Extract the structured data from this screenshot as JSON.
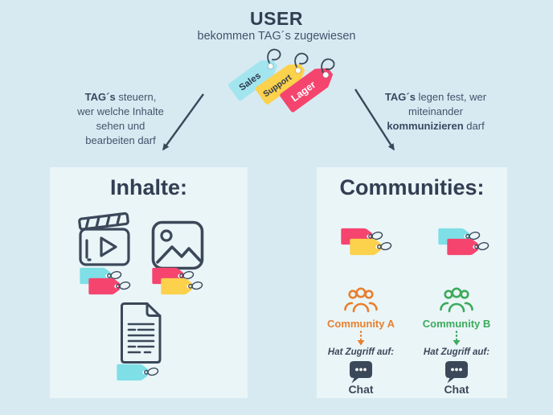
{
  "header": {
    "title": "USER",
    "subtitle": "bekommen TAG´s zugewiesen"
  },
  "tags": {
    "items": [
      "Sales",
      "Support",
      "Lager"
    ]
  },
  "notes": {
    "left": {
      "bold1": "TAG´s",
      "rest1": " steuern,",
      "line2": "wer welche Inhalte",
      "line3": "sehen und",
      "line4": "bearbeiten darf"
    },
    "right": {
      "bold1": "TAG´s",
      "rest1": " legen fest, wer",
      "line2": "miteinander",
      "bold3": "kommunizieren",
      "rest3": " darf"
    }
  },
  "panels": {
    "inhalte": {
      "heading": "Inhalte:"
    },
    "communities": {
      "heading": "Communities:",
      "columns": [
        {
          "name": "Community A",
          "access": "Hat Zugriff auf:",
          "chat": "Chat"
        },
        {
          "name": "Community B",
          "access": "Hat Zugriff auf:",
          "chat": "Chat"
        }
      ]
    }
  },
  "colors": {
    "bg": "#d7eaf2",
    "panel": "#eaf5f8",
    "dark": "#3b4859",
    "heading": "#323e52",
    "text": "#43526a",
    "pink": "#f5456f",
    "yellow": "#fcd14b",
    "cyan": "#7edfe6",
    "cyan-light": "#a3e5ee",
    "orange": "#e8802f",
    "green": "#3cab5b"
  }
}
